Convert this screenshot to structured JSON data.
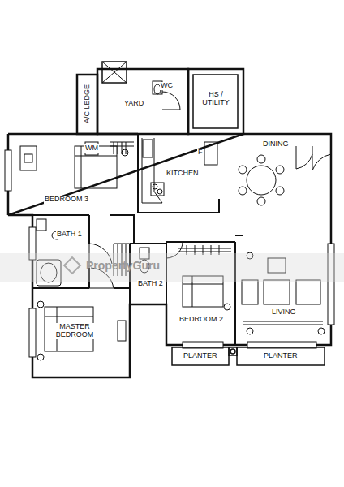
{
  "diagram": {
    "labels": [
      "A/C LEDGE",
      "YARD",
      "WC",
      "WM",
      "HS / UTILITY",
      "F",
      "BEDROOM 3",
      "KITCHEN",
      "DINING",
      "BATH 1",
      "BATH 2",
      "MASTER BEDROOM",
      "BEDROOM 2",
      "LIVING",
      "PLANTER",
      "PLANTER",
      "PropertyGuru"
    ]
  }
}
